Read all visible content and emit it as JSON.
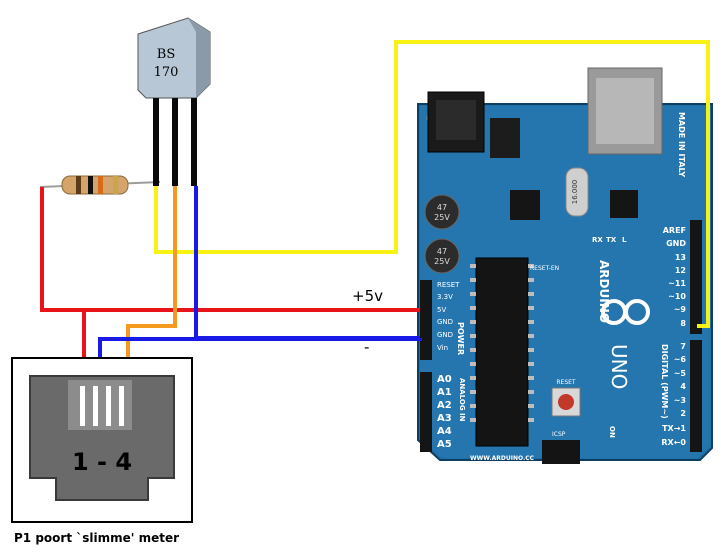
{
  "transistor": {
    "line1": "BS",
    "line2": "170"
  },
  "connector": {
    "pins_label": "1 - 4",
    "caption": "P1 poort `slimme' meter"
  },
  "wires": {
    "plus_label": "+5v",
    "minus_label": "-"
  },
  "arduino": {
    "power_label": "POWER",
    "power_pins": [
      "RESET",
      "3.3V",
      "5V",
      "GND",
      "GND",
      "Vin"
    ],
    "analog_label": "ANALOG IN",
    "analog_pins": [
      "A0",
      "A1",
      "A2",
      "A3",
      "A4",
      "A5"
    ],
    "digital_pins": [
      "AREF",
      "GND",
      "13",
      "12",
      "~11",
      "~10",
      "~9",
      "8",
      "7",
      "~6",
      "~5",
      "4",
      "~3",
      "2",
      "TX→1",
      "RX←0"
    ],
    "digital_label": "DIGITAL (PWM~)",
    "brand": "ARDUINO",
    "model": "UNO",
    "made_in": "MADE IN ITALY",
    "url": "WWW.ARDUINO.CC",
    "crystal": "16.000",
    "cap_label": "47 25V",
    "reset_label": "RESET",
    "icsp_label": "ICSP",
    "on_label": "ON",
    "reset_en": "RESET-EN",
    "tx": "TX",
    "rx": "RX",
    "l": "L"
  },
  "colors": {
    "red": "#e8141a",
    "blue": "#1a1ae6",
    "orange": "#f39a1f",
    "yellow": "#f7f214",
    "board": "#1d6fa8"
  }
}
